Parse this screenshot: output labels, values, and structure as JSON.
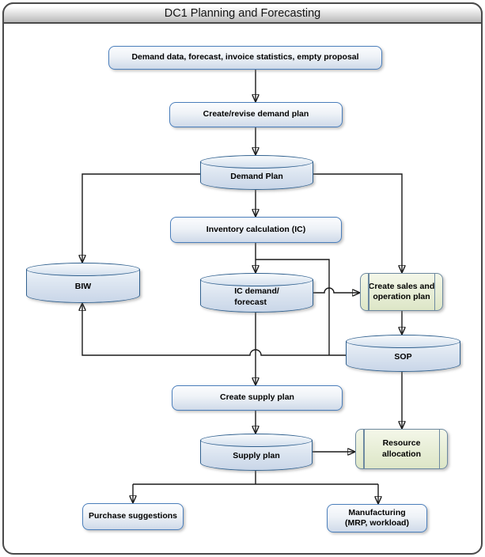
{
  "title": "DC1 Planning and Forecasting",
  "colors": {
    "frame_border": "#4a4a4a",
    "titlebar_gradient_top": "#ffffff",
    "titlebar_gradient_bottom": "#b9b9b9",
    "process_border": "#4a7ebb",
    "process_fill_top": "#fbfcfe",
    "process_fill_bottom": "#cfdae9",
    "datastore_border": "#31618f",
    "predefined_border": "#6d89a0",
    "predefined_fill_top": "#f4f7e9",
    "predefined_fill_bottom": "#dde6c7",
    "connector": "#1a1a1a",
    "label_text": "#000000"
  },
  "nodes": [
    {
      "id": "demand-data",
      "type": "process",
      "label": "Demand data, forecast, invoice statistics, empty proposal"
    },
    {
      "id": "create-revise-demand-plan",
      "type": "process",
      "label": "Create/revise demand plan"
    },
    {
      "id": "demand-plan",
      "type": "datastore",
      "label": "Demand Plan"
    },
    {
      "id": "inventory-calculation",
      "type": "process",
      "label": "Inventory calculation (IC)"
    },
    {
      "id": "biw",
      "type": "datastore",
      "label": "BIW"
    },
    {
      "id": "ic-demand-forecast",
      "type": "datastore",
      "label": "IC demand/\nforecast"
    },
    {
      "id": "create-sales-operation-plan",
      "type": "predefined-process",
      "label": "Create sales and\noperation plan"
    },
    {
      "id": "sop",
      "type": "datastore",
      "label": "SOP"
    },
    {
      "id": "create-supply-plan",
      "type": "process",
      "label": "Create supply plan"
    },
    {
      "id": "supply-plan",
      "type": "datastore",
      "label": "Supply plan"
    },
    {
      "id": "resource-allocation",
      "type": "predefined-process",
      "label": "Resource\nallocation"
    },
    {
      "id": "purchase-suggestions",
      "type": "process",
      "label": "Purchase suggestions"
    },
    {
      "id": "manufacturing",
      "type": "process",
      "label": "Manufacturing\n(MRP, workload)"
    }
  ],
  "edges": [
    {
      "from": "demand-data",
      "to": "create-revise-demand-plan"
    },
    {
      "from": "create-revise-demand-plan",
      "to": "demand-plan"
    },
    {
      "from": "demand-plan",
      "to": "biw"
    },
    {
      "from": "demand-plan",
      "to": "create-sales-operation-plan"
    },
    {
      "from": "demand-plan",
      "to": "inventory-calculation"
    },
    {
      "from": "inventory-calculation",
      "to": "ic-demand-forecast"
    },
    {
      "from": "inventory-calculation",
      "to": "sop-biw-line",
      "note": "branch junction"
    },
    {
      "from": "ic-demand-forecast",
      "to": "create-sales-operation-plan"
    },
    {
      "from": "create-sales-operation-plan",
      "to": "sop"
    },
    {
      "from": "sop",
      "to": "biw"
    },
    {
      "from": "ic-demand-forecast",
      "to": "create-supply-plan"
    },
    {
      "from": "create-supply-plan",
      "to": "supply-plan"
    },
    {
      "from": "sop",
      "to": "resource-allocation"
    },
    {
      "from": "supply-plan",
      "to": "resource-allocation"
    },
    {
      "from": "supply-plan",
      "to": "purchase-suggestions"
    },
    {
      "from": "supply-plan",
      "to": "manufacturing"
    }
  ]
}
